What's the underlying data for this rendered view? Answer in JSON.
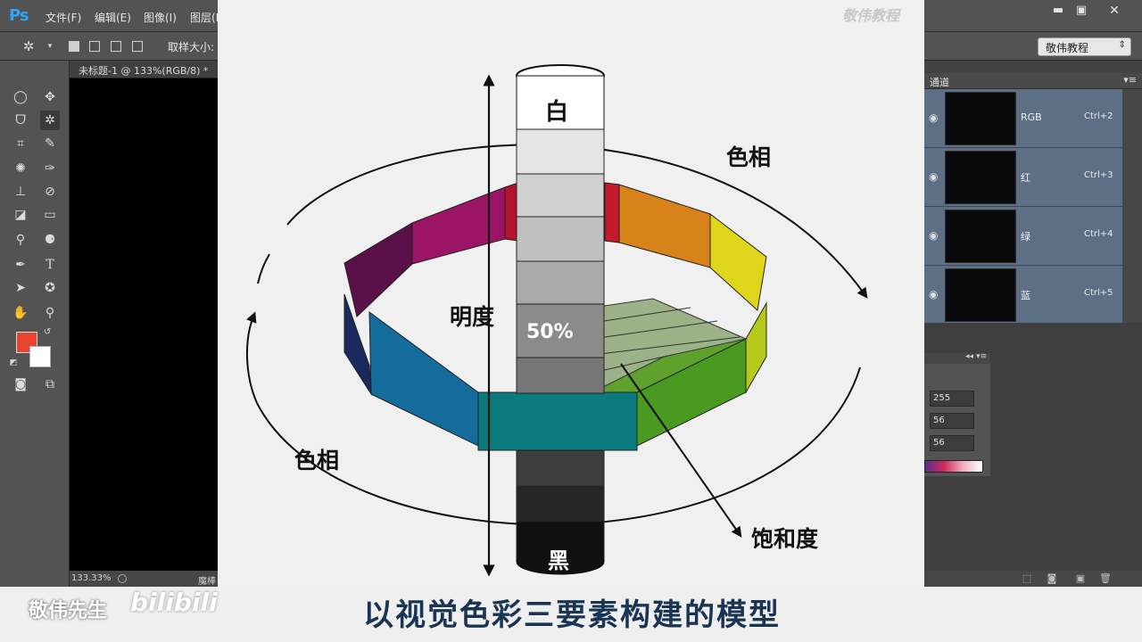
{
  "app": {
    "logo": "Ps"
  },
  "menu": [
    {
      "label": "文件(F)"
    },
    {
      "label": "编辑(E)"
    },
    {
      "label": "图像(I)"
    },
    {
      "label": "图层(L)"
    }
  ],
  "window_controls": {
    "minimize": "▬",
    "restore": "▣",
    "close": "✕"
  },
  "options_bar": {
    "sample_size_label": "取样大小:",
    "workspace": "敬伟教程"
  },
  "document": {
    "tab_title": "未标题-1 @ 133%(RGB/8) *",
    "zoom": "133.33%",
    "status_text": "魔棒"
  },
  "colors": {
    "foreground": "#e8432f",
    "background": "#ffffff",
    "channel_highlight": "#5c6f85"
  },
  "channels_panel": {
    "tab": "通道",
    "channels": [
      {
        "name": "RGB",
        "shortcut": "Ctrl+2"
      },
      {
        "name": "红",
        "shortcut": "Ctrl+3"
      },
      {
        "name": "绿",
        "shortcut": "Ctrl+4"
      },
      {
        "name": "蓝",
        "shortcut": "Ctrl+5"
      }
    ]
  },
  "color_panel": {
    "values": [
      "255",
      "56",
      "56"
    ]
  },
  "overlay": {
    "watermark": "敬伟教程",
    "labels": {
      "white": "白",
      "black": "黑",
      "brightness": "明度",
      "hue_top": "色相",
      "hue_left": "色相",
      "saturation": "饱和度",
      "fifty": "50%"
    }
  },
  "video": {
    "author": "敬伟先生",
    "platform": "bilibili",
    "subtitle": "以视觉色彩三要素构建的模型"
  }
}
